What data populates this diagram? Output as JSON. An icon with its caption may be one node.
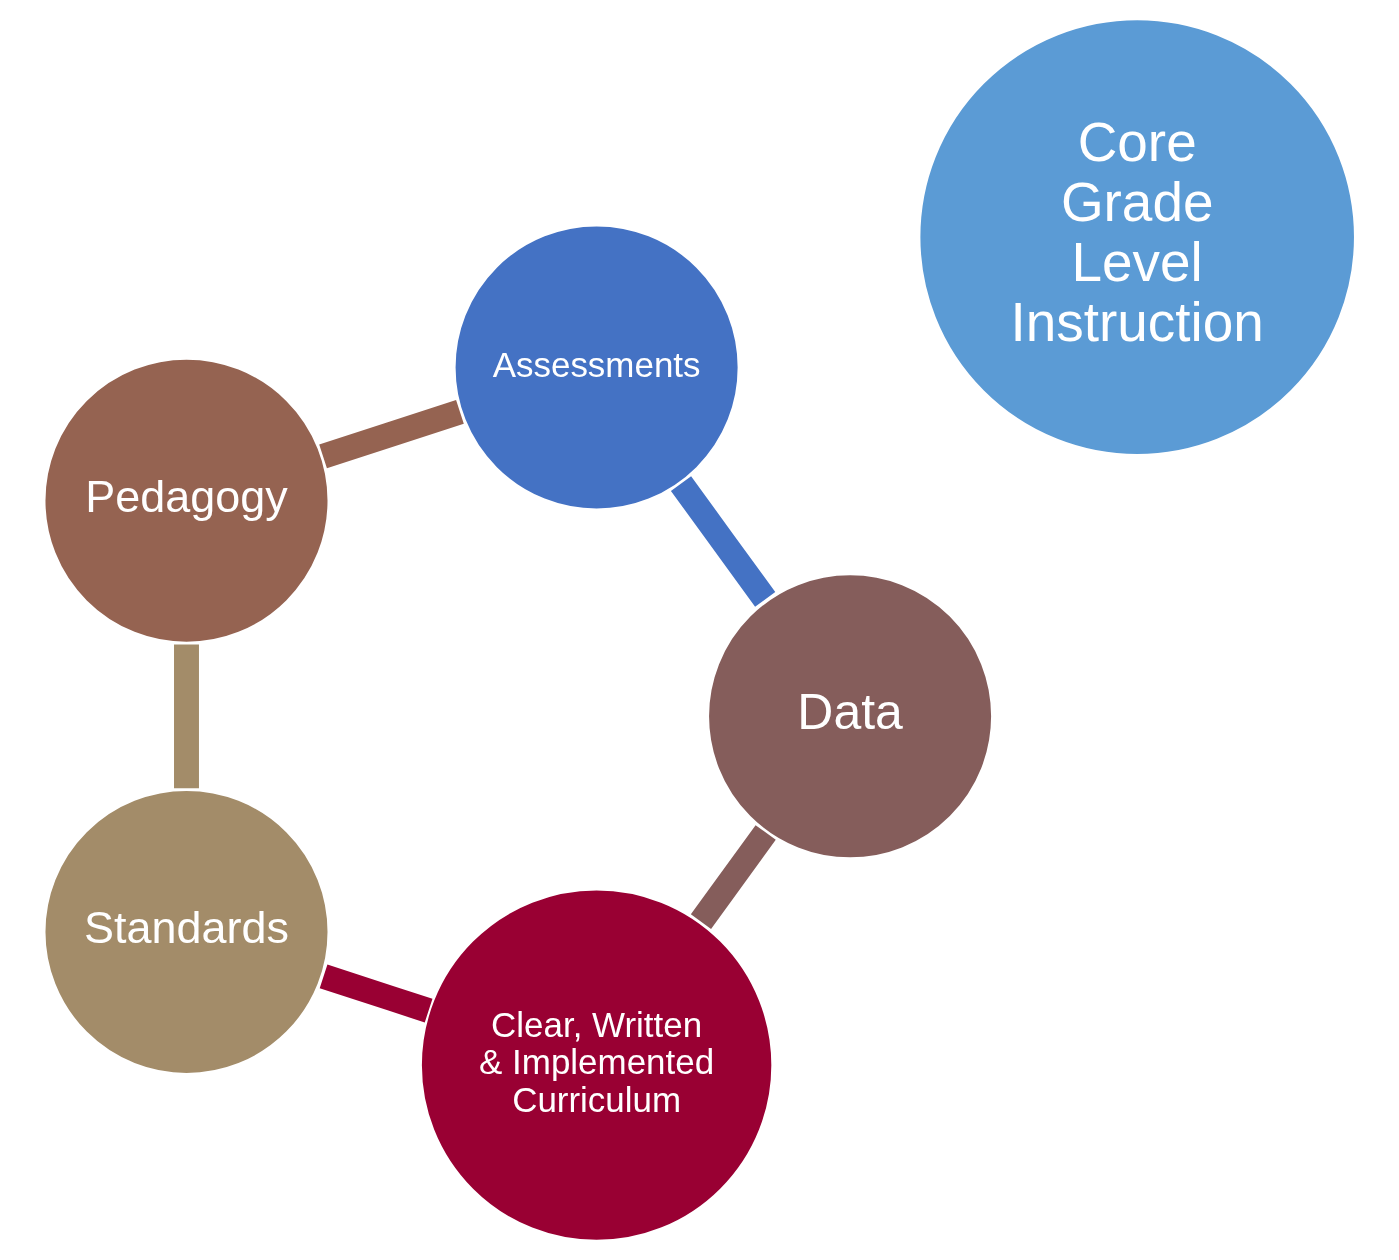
{
  "diagram": {
    "nodes": [
      {
        "text": [
          "Core Grade Level Instruction"
        ]
      },
      {
        "text": [
          "Clear, Written & Implemented Curriculum"
        ]
      },
      {
        "text": [
          "Standards"
        ]
      },
      {
        "text": [
          "Pedagogy"
        ]
      },
      {
        "text": [
          "Assessments"
        ]
      },
      {
        "text": [
          "Data"
        ]
      }
    ],
    "edges": [
      {
        "from": 1,
        "to": 2,
        "arrow": "none",
        "color": "#990033"
      },
      {
        "from": 2,
        "to": 3,
        "arrow": "none",
        "color": "#a38c69"
      },
      {
        "from": 3,
        "to": 4,
        "arrow": "none",
        "color": "#956351"
      },
      {
        "from": 4,
        "to": 5,
        "arrow": "none",
        "color": "#4472c4"
      },
      {
        "from": 5,
        "to": 1,
        "arrow": "none",
        "color": "#855d5b"
      }
    ]
  }
}
